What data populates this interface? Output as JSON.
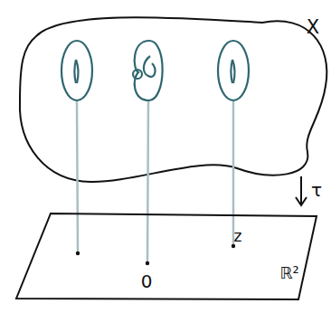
{
  "diagram": {
    "labels": [
      "X",
      "τ",
      "0",
      "z",
      "ℝ²"
    ]
  }
}
